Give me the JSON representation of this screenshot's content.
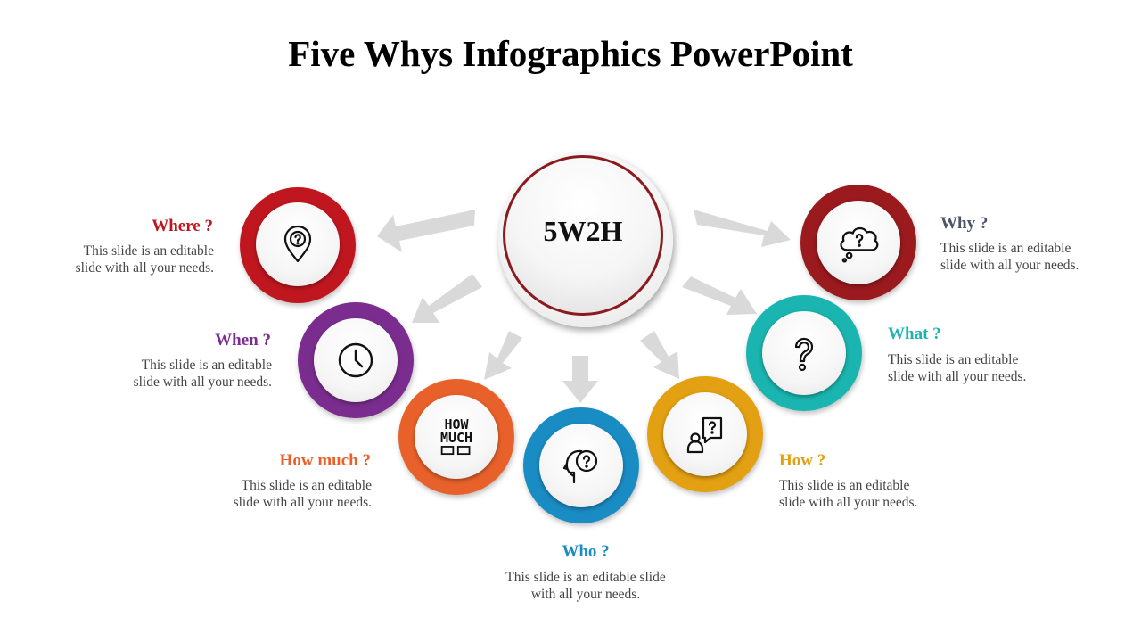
{
  "title": "Five Whys Infographics PowerPoint",
  "center": {
    "label": "5W2H",
    "ring_color": "#8b1a1f"
  },
  "items": {
    "where": {
      "question": "Where ?",
      "line1": "This slide is an editable",
      "line2": "slide with all your needs.",
      "color": "#c0161f",
      "icon": "location-question-icon"
    },
    "when": {
      "question": "When ?",
      "line1": "This slide is an editable",
      "line2": "slide with all your needs.",
      "color": "#7b2d8f",
      "icon": "clock-icon"
    },
    "how_much": {
      "question": "How much ?",
      "line1": "This slide is an editable",
      "line2": "slide with all your needs.",
      "color": "#e8612a",
      "icon": "how-much-icon",
      "icon_text_1": "HOW",
      "icon_text_2": "MUCH"
    },
    "who": {
      "question": "Who ?",
      "line1": "This slide is an editable slide",
      "line2": "with all your needs.",
      "color": "#1a8cc4",
      "icon": "head-question-icon"
    },
    "how": {
      "question": "How ?",
      "line1": "This slide is an editable",
      "line2": "slide with all your needs.",
      "color": "#e3a012",
      "icon": "person-speech-question-icon"
    },
    "what": {
      "question": "What ?",
      "line1": "This slide is an editable",
      "line2": "slide with all your needs.",
      "color": "#1ab5b0",
      "icon": "question-mark-icon"
    },
    "why": {
      "question": "Why ?",
      "line1": "This slide is an editable",
      "line2": "slide with all your needs.",
      "color": "#9a1a1e",
      "icon": "thought-cloud-question-icon"
    }
  },
  "title_color_why": "#4a5568"
}
